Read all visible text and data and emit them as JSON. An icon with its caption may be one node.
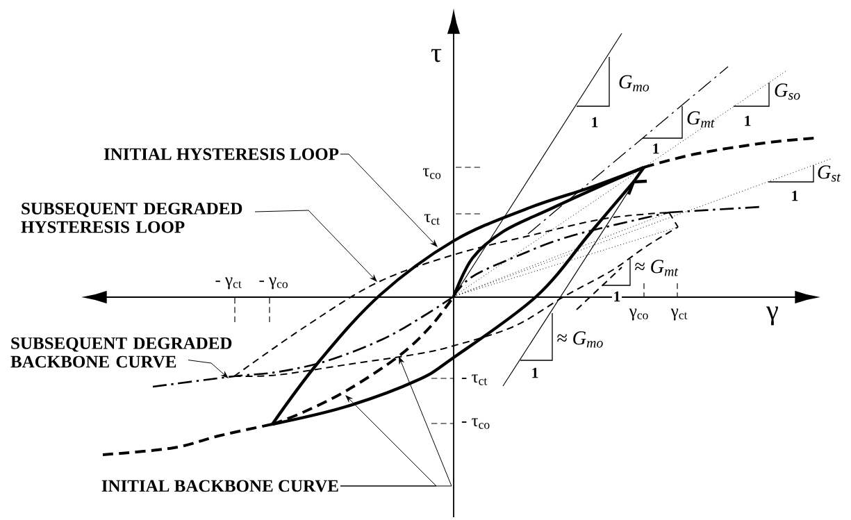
{
  "diagram": {
    "nodes": [
      {
        "text": [
          "INITIAL HYSTERESIS LOOP"
        ]
      },
      {
        "text": [
          "SUBSEQUENT DEGRADED HYSTERESIS LOOP"
        ]
      },
      {
        "text": [
          "SUBSEQUENT DEGRADED BACKBONE CURVE"
        ]
      },
      {
        "text": [
          "INITIAL BACKBONE CURVE"
        ]
      }
    ],
    "edges": [
      {
        "from": 0,
        "to": null,
        "arrow": "to"
      },
      {
        "from": 1,
        "to": null,
        "arrow": "to"
      },
      {
        "from": 2,
        "to": null,
        "arrow": "to"
      },
      {
        "from": 3,
        "to": null,
        "arrow": "to"
      },
      {
        "from": 3,
        "to": null,
        "arrow": "to"
      }
    ],
    "labels": [
      "τ",
      "G$_{mo}$",
      "1",
      "G$_{so}$",
      "G$_{mt}$",
      "1",
      "1",
      "τ$_{co}$",
      "G$_{st}$",
      "1",
      "τ$_{ct}$",
      "≈ G$_{mt}$",
      "- γ$_{ct}$",
      "- γ$_{co}$",
      "1",
      "γ$_{co}$",
      "γ$_{ct}$",
      "γ",
      "≈ G$_{mo}$",
      "1",
      "- τ$_{ct}$",
      "- τ$_{co}$"
    ]
  }
}
